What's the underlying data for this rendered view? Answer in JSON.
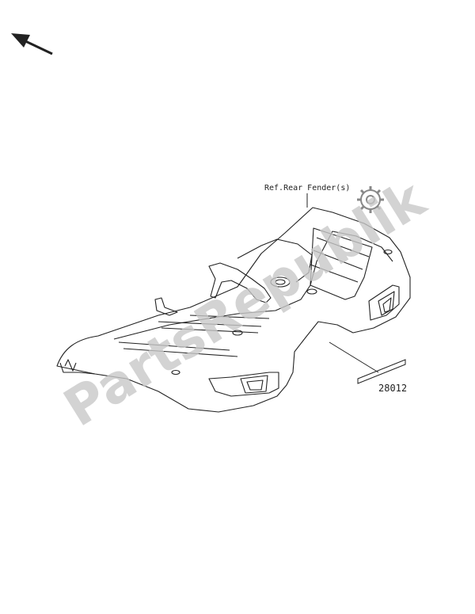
{
  "diagram": {
    "reference_label": "Ref.Rear Fender(s)",
    "part_number": "28012",
    "watermark": "PartsRepublik",
    "icons": [
      "direction-arrow-icon",
      "gear-icon"
    ],
    "colors": {
      "line": "#222222",
      "watermark": "#c8c8c8"
    }
  }
}
